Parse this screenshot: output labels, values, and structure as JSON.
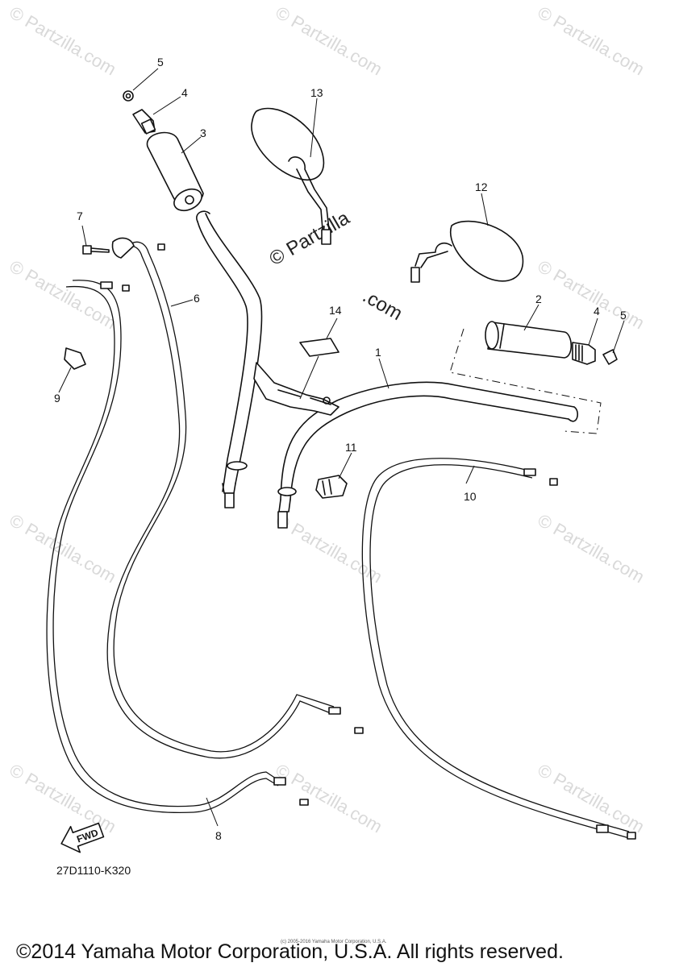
{
  "watermarks": {
    "small": "© Partzilla.com",
    "center_line1": "© Partzilla",
    "center_line2": ".com"
  },
  "callouts": {
    "p1": "1",
    "p2": "2",
    "p3": "3",
    "p4a": "4",
    "p4b": "4",
    "p5a": "5",
    "p5b": "5",
    "p6": "6",
    "p7": "7",
    "p8": "8",
    "p9": "9",
    "p10": "10",
    "p11": "11",
    "p12": "12",
    "p13": "13",
    "p14": "14"
  },
  "fwd_label": "FWD",
  "diagram_code": "27D1110-K320",
  "copyright": "©2014 Yamaha Motor Corporation, U.S.A. All rights reserved.",
  "fine_print": "(c) 2005-2016 Yamaha Motor Corporation, U.S.A."
}
